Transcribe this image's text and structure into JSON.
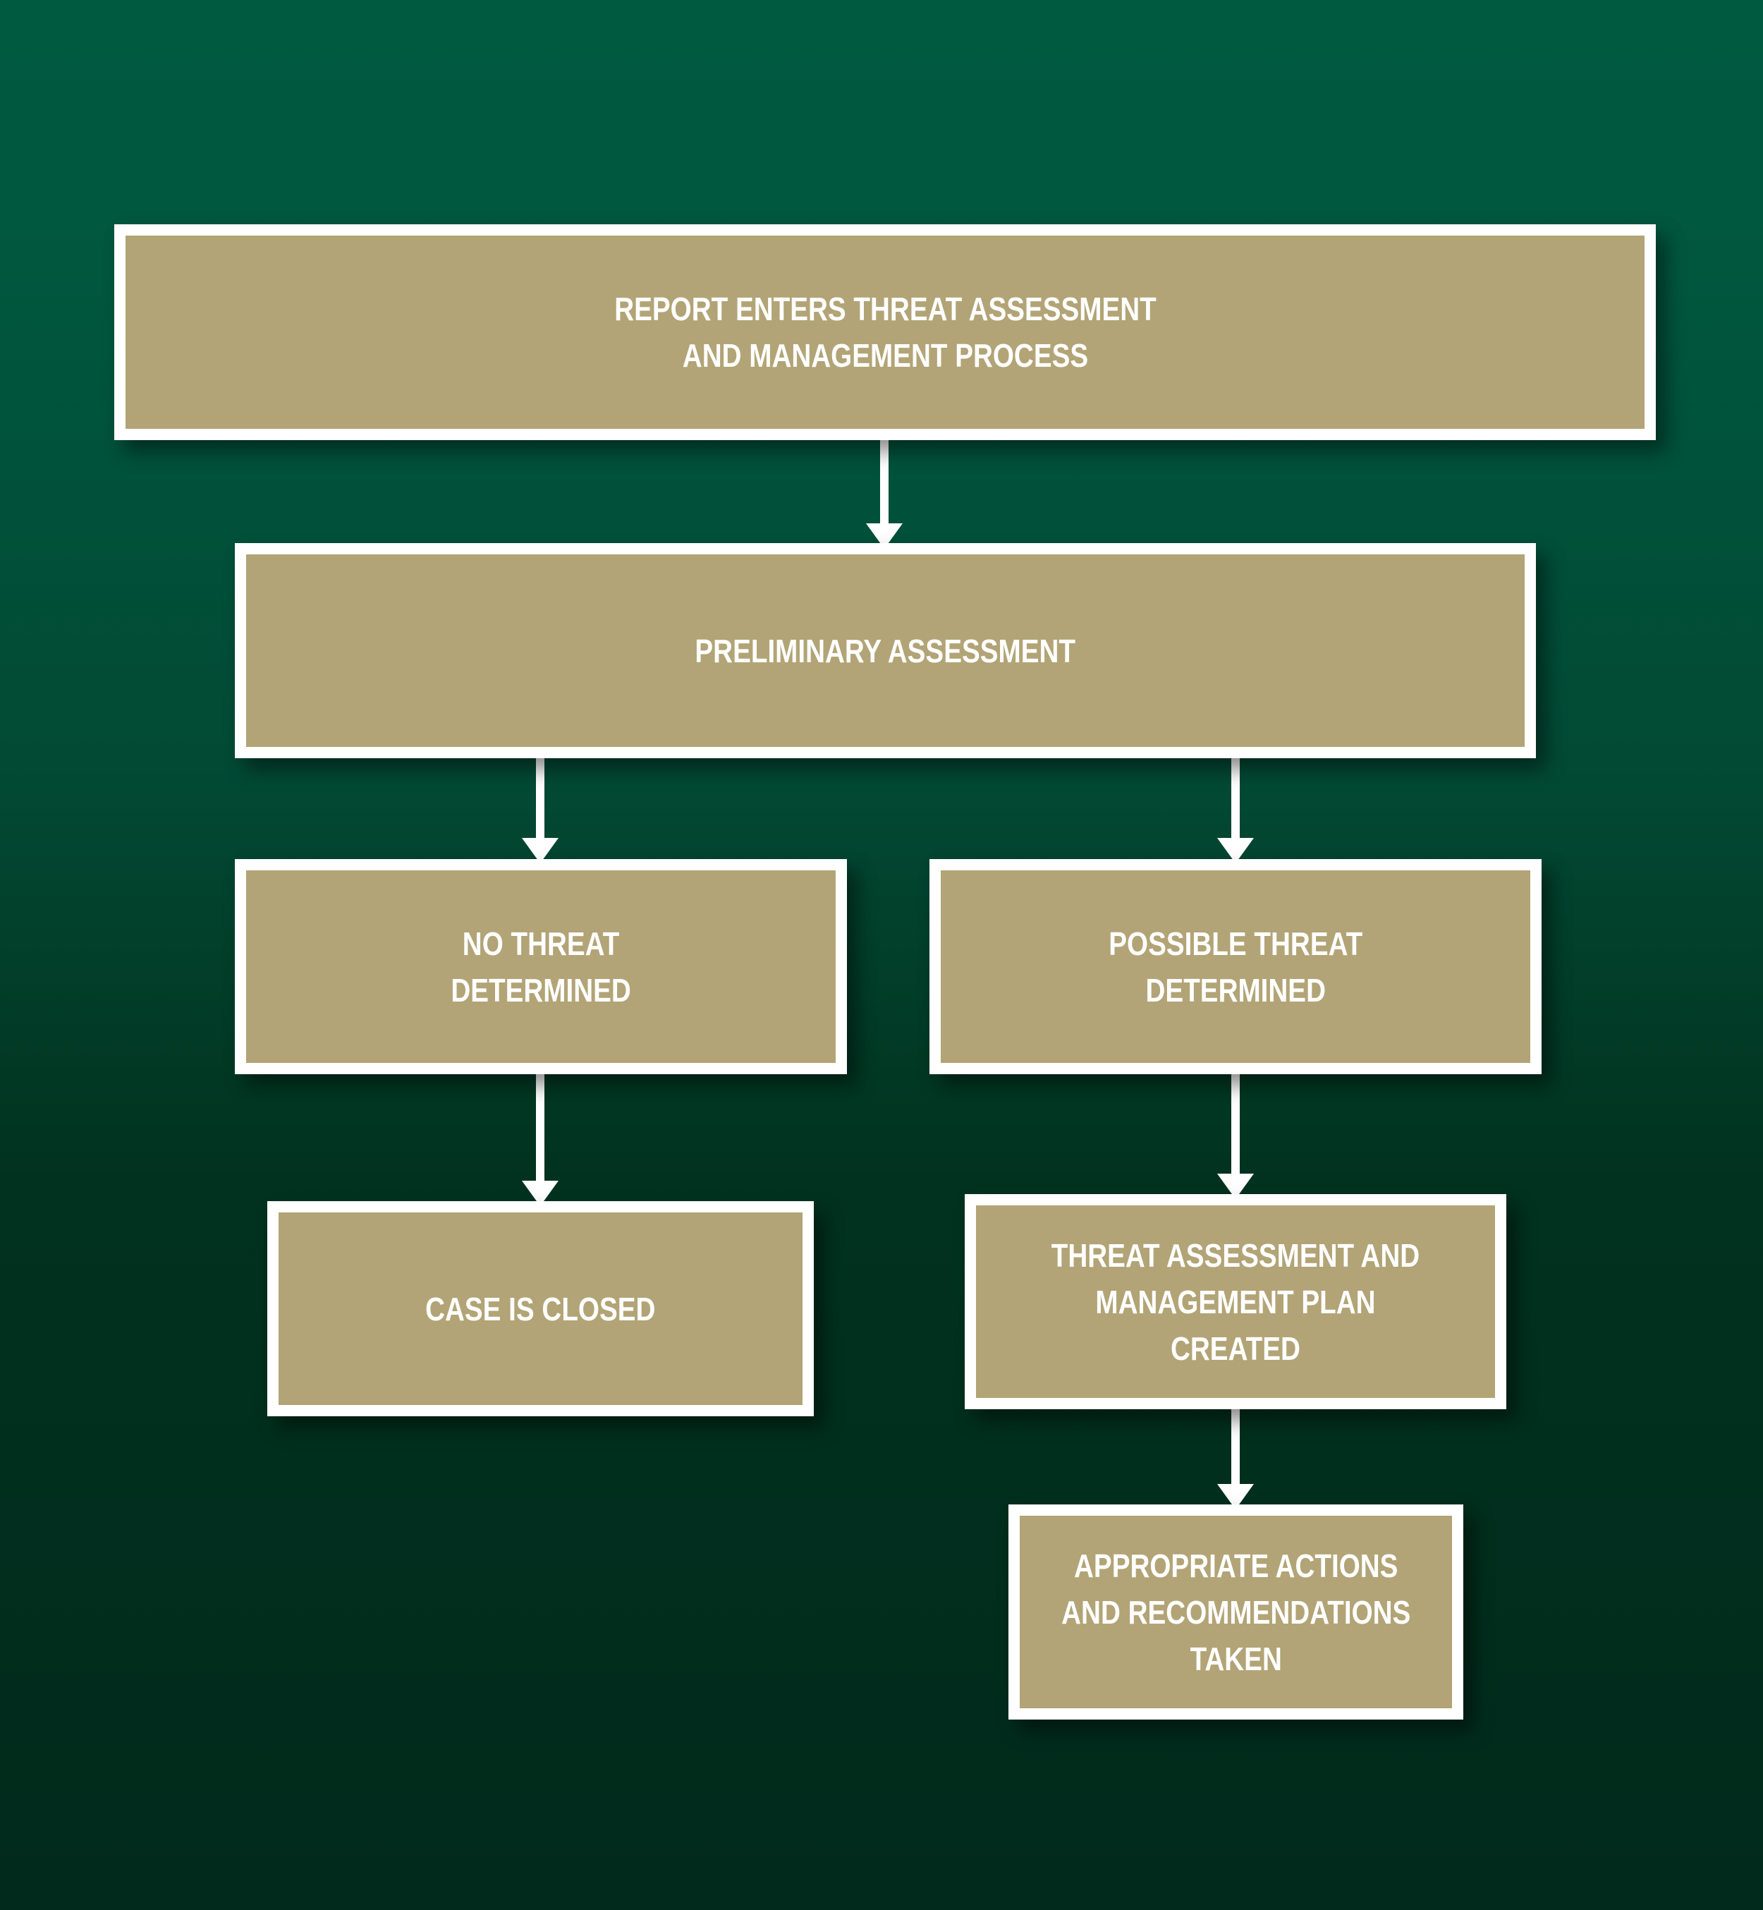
{
  "colors": {
    "background_top": "#005a40",
    "background_bottom": "#012a1c",
    "box_fill": "#b2a476",
    "box_border": "#ffffff",
    "text": "#ffffff"
  },
  "nodes": {
    "report": "REPORT ENTERS THREAT ASSESSMENT\nAND MANAGEMENT PROCESS",
    "preliminary": "PRELIMINARY ASSESSMENT",
    "no_threat": "NO THREAT\nDETERMINED",
    "possible_threat": "POSSIBLE THREAT\nDETERMINED",
    "case_closed": "CASE IS CLOSED",
    "plan_created": "THREAT ASSESSMENT AND\nMANAGEMENT PLAN\nCREATED",
    "actions_taken": "APPROPRIATE ACTIONS\nAND RECOMMENDATIONS\nTAKEN"
  },
  "edges": [
    {
      "from": "report",
      "to": "preliminary"
    },
    {
      "from": "preliminary",
      "to": "no_threat"
    },
    {
      "from": "preliminary",
      "to": "possible_threat"
    },
    {
      "from": "no_threat",
      "to": "case_closed"
    },
    {
      "from": "possible_threat",
      "to": "plan_created"
    },
    {
      "from": "plan_created",
      "to": "actions_taken"
    }
  ]
}
